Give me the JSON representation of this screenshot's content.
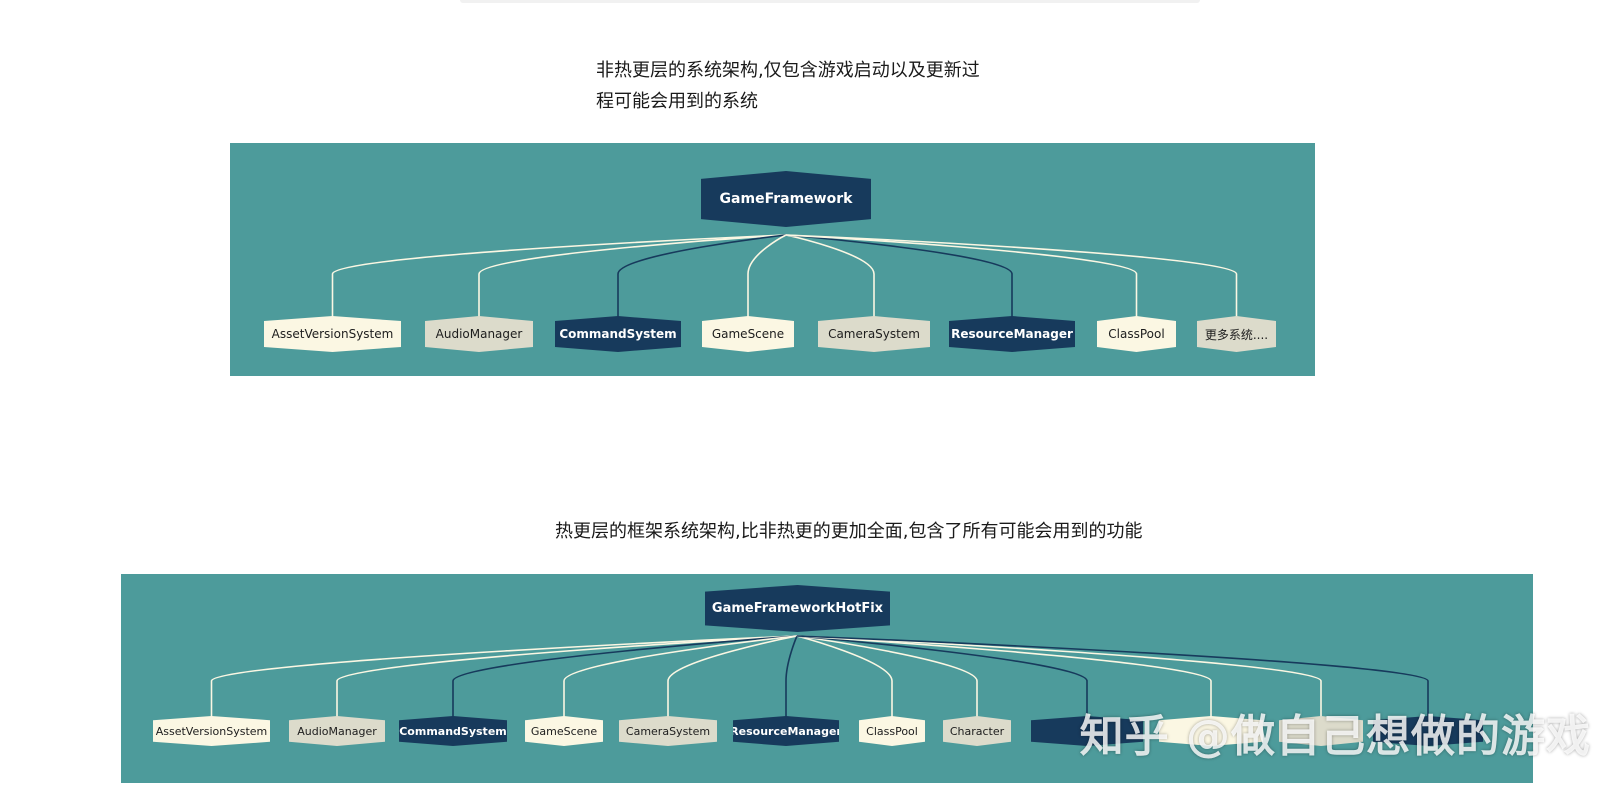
{
  "caption1_line1": "非热更层的系统架构,仅包含游戏启动以及更新过",
  "caption1_line2": "程可能会用到的系统",
  "caption2": "热更层的框架系统架构,比非热更的更加全面,包含了所有可能会用到的功能",
  "watermark": "知乎 @做自己想做的游戏",
  "colors": {
    "panel": "#4d9b9b",
    "dark_node": "#173a5c",
    "cream_node": "#fbf7e3",
    "beige_node": "#dcdbcb"
  },
  "diagram1": {
    "root": "GameFramework",
    "children": [
      {
        "label": "AssetVersionSystem",
        "style": "cream"
      },
      {
        "label": "AudioManager",
        "style": "beige"
      },
      {
        "label": "CommandSystem",
        "style": "dark"
      },
      {
        "label": "GameScene",
        "style": "cream"
      },
      {
        "label": "CameraSystem",
        "style": "beige"
      },
      {
        "label": "ResourceManager",
        "style": "dark"
      },
      {
        "label": "ClassPool",
        "style": "cream"
      },
      {
        "label": "更多系统....",
        "style": "beige"
      }
    ]
  },
  "diagram2": {
    "root": "GameFrameworkHotFix",
    "children": [
      {
        "label": "AssetVersionSystem",
        "style": "cream"
      },
      {
        "label": "AudioManager",
        "style": "beige"
      },
      {
        "label": "CommandSystem",
        "style": "dark"
      },
      {
        "label": "GameScene",
        "style": "cream"
      },
      {
        "label": "CameraSystem",
        "style": "beige"
      },
      {
        "label": "ResourceManager",
        "style": "dark"
      },
      {
        "label": "ClassPool",
        "style": "cream"
      },
      {
        "label": "Character",
        "style": "beige"
      },
      {
        "label": "",
        "style": "dark"
      },
      {
        "label": "",
        "style": "cream"
      },
      {
        "label": "",
        "style": "beige"
      },
      {
        "label": "",
        "style": "dark"
      }
    ]
  }
}
